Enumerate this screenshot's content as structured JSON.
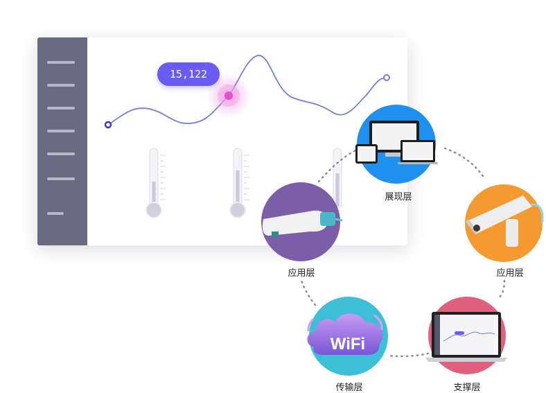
{
  "tooltip_value": "15,122",
  "layers": {
    "presentation": "展现层",
    "application_left": "应用层",
    "application_right": "应用层",
    "transport": "传输层",
    "support": "支撑层"
  },
  "wifi_text": "WiFi",
  "colors": {
    "sidebar": "#6a6a80",
    "curve": "#6b7fe3",
    "tooltip": "#6a5bf2",
    "presentation_circle": "#1e90f0",
    "application_left_circle": "#7b5ea7",
    "application_right_circle": "#f59a30",
    "transport_circle": "#3dbfd8",
    "support_circle": "#e0607e"
  }
}
